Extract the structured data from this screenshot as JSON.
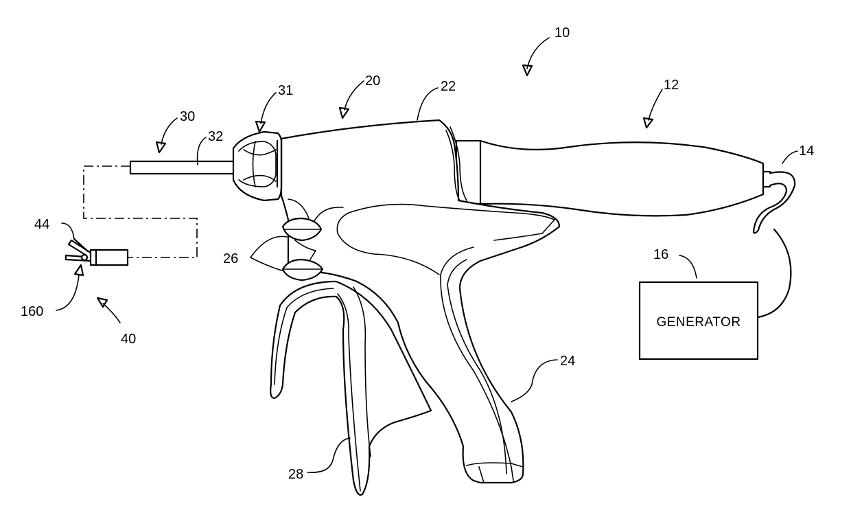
{
  "labels": {
    "l10": "10",
    "l12": "12",
    "l14": "14",
    "l16": "16",
    "l20": "20",
    "l22": "22",
    "l24": "24",
    "l26": "26",
    "l28": "28",
    "l30": "30",
    "l31": "31",
    "l32": "32",
    "l40": "40",
    "l44": "44",
    "l160": "160"
  },
  "generator": {
    "text": "GENERATOR"
  }
}
